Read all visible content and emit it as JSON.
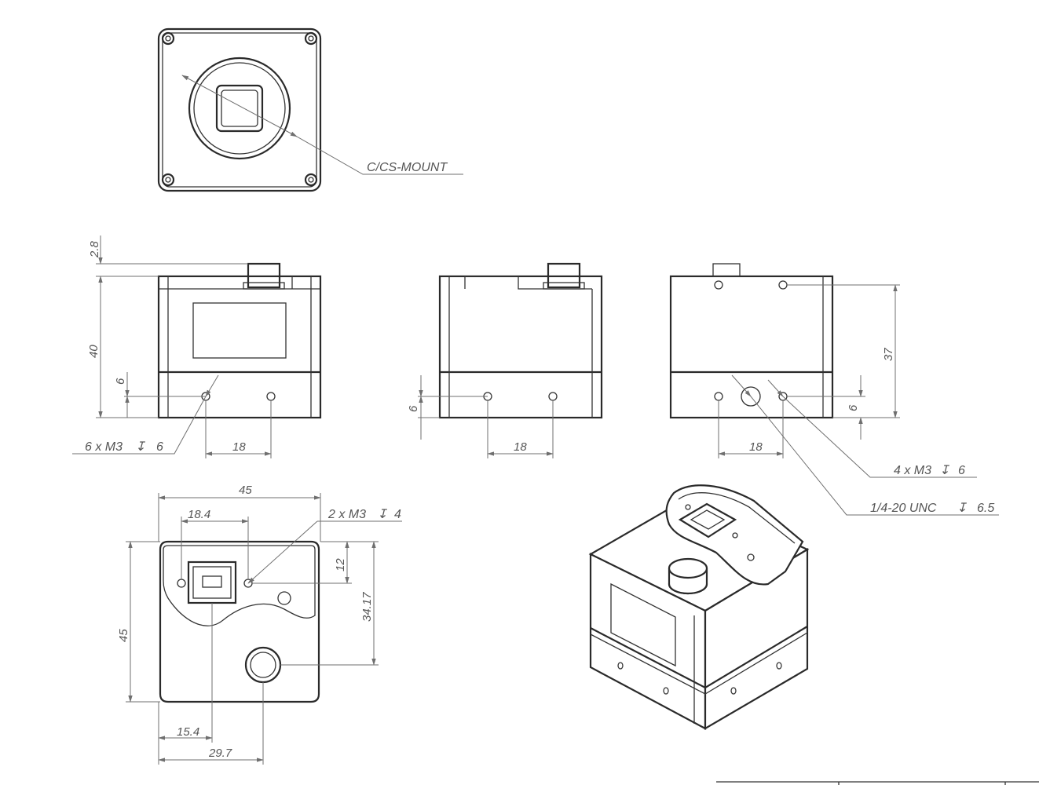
{
  "labels": {
    "mount": "C/CS-MOUNT",
    "side_h_top": "2.8",
    "side_h_total": "40",
    "side_hole_h": "6",
    "side_thread": "6 x M3",
    "side_thread_depth": "6",
    "side_spacing": "18",
    "mid_hole_h": "6",
    "mid_spacing": "18",
    "right_h": "37",
    "right_hole_h": "6",
    "right_spacing": "18",
    "right_thread": "4 x M3",
    "right_thread_depth": "6",
    "tripod_thread": "1/4-20 UNC",
    "tripod_depth": "6.5",
    "back_width": "45",
    "back_usb_offset": "18.4",
    "back_thread": "2 x M3",
    "back_thread_depth": "4",
    "back_hole_y": "12",
    "back_connector_y": "34.17",
    "back_height": "45",
    "back_usb_x": "15.4",
    "back_connector_x": "29.7"
  },
  "symbols": {
    "depth": "↧"
  }
}
